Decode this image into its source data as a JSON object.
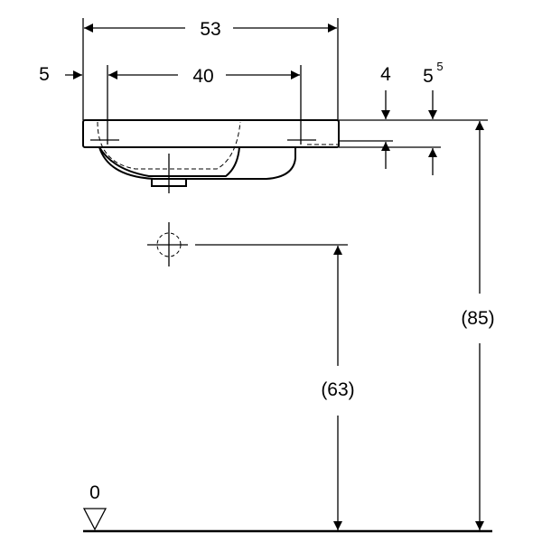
{
  "dimensions": {
    "width_total": "53",
    "tap_spacing": "40",
    "offset_left": "5",
    "rim_thickness": "4",
    "rim_height_base": "5",
    "rim_height_sup": "5",
    "waste_height": "(63)",
    "rim_height": "(85)",
    "floor_level": "0"
  }
}
